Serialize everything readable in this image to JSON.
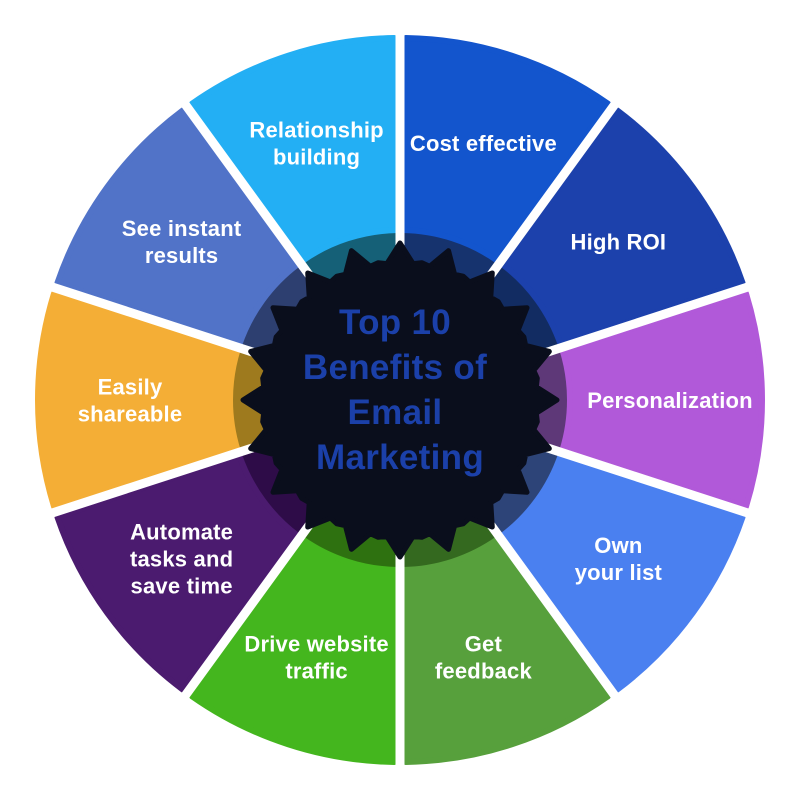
{
  "infographic": {
    "background_color": "#ffffff",
    "divider_color": "#ffffff",
    "label_text_color": "#ffffff",
    "center": {
      "gear_color": "#0a0e1c",
      "title": {
        "color": "#1b40a9",
        "lines": [
          "Top 10",
          "Benefits of",
          "Email",
          "Marketing"
        ]
      }
    },
    "segments": [
      {
        "id": "cost-effective",
        "label": "Cost effective",
        "label_lines": [
          "Cost effective"
        ],
        "color": "#1355cd",
        "shade_color": "#16336e"
      },
      {
        "id": "high-roi",
        "label": "High ROI",
        "label_lines": [
          "High ROI"
        ],
        "color": "#1c41ac",
        "shade_color": "#122c62"
      },
      {
        "id": "personalization",
        "label": "Personalization",
        "label_lines": [
          "Personalization"
        ],
        "color": "#b159d9",
        "shade_color": "#5e3878"
      },
      {
        "id": "own-your-list",
        "label": "Own your list",
        "label_lines": [
          "Own",
          "your list"
        ],
        "color": "#4a80f0",
        "shade_color": "#2d4478"
      },
      {
        "id": "get-feedback",
        "label": "Get feedback",
        "label_lines": [
          "Get",
          "feedback"
        ],
        "color": "#57a03c",
        "shade_color": "#34691f"
      },
      {
        "id": "drive-website-traffic",
        "label": "Drive website traffic",
        "label_lines": [
          "Drive website",
          "traffic"
        ],
        "color": "#44b61e",
        "shade_color": "#2e7110"
      },
      {
        "id": "automate-tasks",
        "label": "Automate tasks and save time",
        "label_lines": [
          "Automate",
          "tasks and",
          "save time"
        ],
        "color": "#4b1b6f",
        "shade_color": "#2e0c48"
      },
      {
        "id": "easily-shareable",
        "label": "Easily shareable",
        "label_lines": [
          "Easily",
          "shareable"
        ],
        "color": "#f4ae36",
        "shade_color": "#9e7a1e"
      },
      {
        "id": "see-instant-results",
        "label": "See instant results",
        "label_lines": [
          "See instant",
          "results"
        ],
        "color": "#5173c8",
        "shade_color": "#2d3f70"
      },
      {
        "id": "relationship-building",
        "label": "Relationship building",
        "label_lines": [
          "Relationship",
          "building"
        ],
        "color": "#23aff4",
        "shade_color": "#156077"
      }
    ]
  }
}
